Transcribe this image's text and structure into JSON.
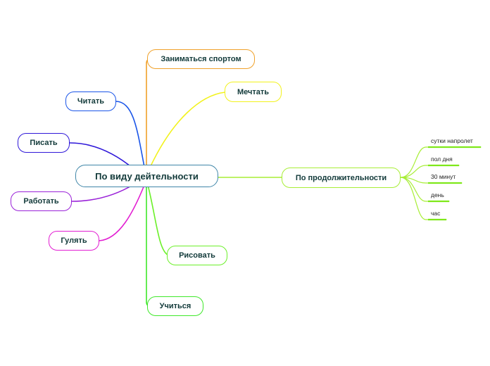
{
  "central": {
    "label": "По виду дейтельности",
    "color": "#3f86a8"
  },
  "branches": [
    {
      "id": "sport",
      "label": "Заниматься спортом",
      "color": "#f0a12a"
    },
    {
      "id": "dream",
      "label": "Мечтать",
      "color": "#f2f21c"
    },
    {
      "id": "read",
      "label": "Читать",
      "color": "#1a55e8"
    },
    {
      "id": "write",
      "label": "Писать",
      "color": "#2f18d9"
    },
    {
      "id": "work",
      "label": "Работать",
      "color": "#9a22d8"
    },
    {
      "id": "walk",
      "label": "Гулять",
      "color": "#e21ed2"
    },
    {
      "id": "draw",
      "label": "Рисовать",
      "color": "#6cf02a"
    },
    {
      "id": "study",
      "label": "Учиться",
      "color": "#3fe82a"
    },
    {
      "id": "duration",
      "label": "По продолжительности",
      "color": "#a8ee36"
    }
  ],
  "duration_leaves": [
    "сутки напролет",
    "пол дня",
    "30 минут",
    "день",
    "час"
  ]
}
